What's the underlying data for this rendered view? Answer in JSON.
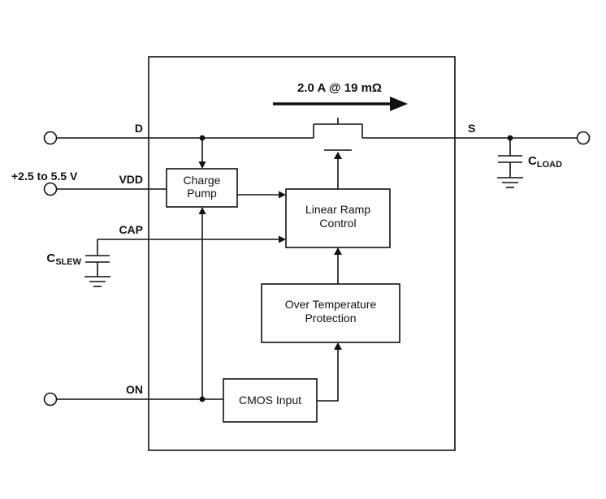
{
  "page": {
    "background_color": "#ffffff",
    "ink_color": "#111111"
  },
  "diagram": {
    "current_rating": "2.0 A @ 19 mΩ",
    "pins": {
      "d": "D",
      "s": "S",
      "vdd": "VDD",
      "cap": "CAP",
      "on": "ON"
    },
    "labels": {
      "supply_range": "+2.5 to 5.5 V",
      "cslew_main": "C",
      "cslew_sub": "SLEW",
      "cload_main": "C",
      "cload_sub": "LOAD"
    },
    "blocks": {
      "charge_pump": {
        "line1": "Charge",
        "line2": "Pump"
      },
      "linear_ramp_control": {
        "line1": "Linear Ramp",
        "line2": "Control"
      },
      "over_temperature_protection": {
        "line1": "Over Temperature",
        "line2": "Protection"
      },
      "cmos_input": {
        "line1": "CMOS Input"
      }
    }
  }
}
